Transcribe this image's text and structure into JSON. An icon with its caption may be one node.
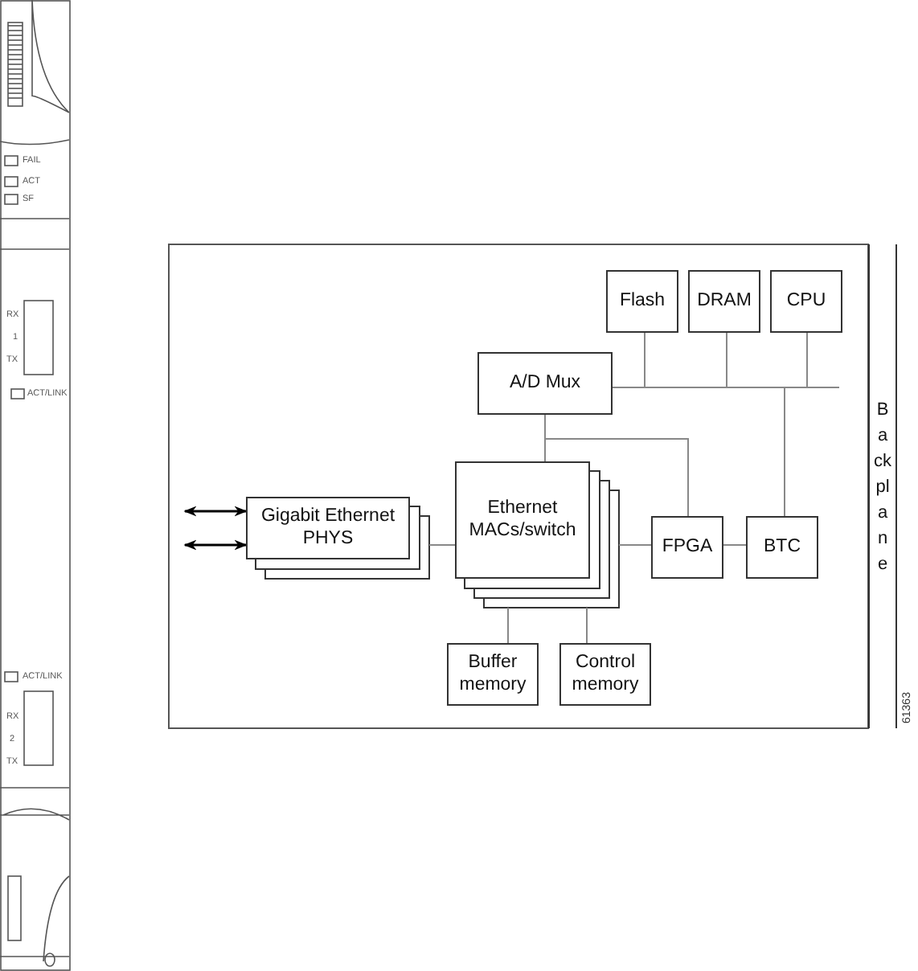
{
  "diagram": {
    "nodes": [
      {
        "text": [
          "Flash"
        ]
      },
      {
        "text": [
          "DRAM"
        ]
      },
      {
        "text": [
          "CPU"
        ]
      },
      {
        "text": [
          "A/D Mux"
        ]
      },
      {
        "text": [
          "Gigabit Ethernet PHYS"
        ]
      },
      {
        "text": [
          "Ethernet MACs/switch"
        ]
      },
      {
        "text": [
          "FPGA"
        ]
      },
      {
        "text": [
          "BTC"
        ]
      },
      {
        "text": [
          "Buffer memory"
        ]
      },
      {
        "text": [
          "Control memory"
        ]
      },
      {
        "text": [
          "Backplane"
        ]
      }
    ],
    "edges": [
      {
        "from": 3,
        "to": 0,
        "arrow": "none"
      },
      {
        "from": 3,
        "to": 1,
        "arrow": "none"
      },
      {
        "from": 3,
        "to": 2,
        "arrow": "none"
      },
      {
        "from": 3,
        "to": 7,
        "arrow": "none"
      },
      {
        "from": 3,
        "to": null,
        "arrow": "none"
      },
      {
        "from": 3,
        "to": 5,
        "arrow": "none"
      },
      {
        "from": 3,
        "to": 6,
        "arrow": "none"
      },
      {
        "from": 4,
        "to": 5,
        "arrow": "none"
      },
      {
        "from": 5,
        "to": 6,
        "arrow": "none"
      },
      {
        "from": 6,
        "to": 7,
        "arrow": "none"
      },
      {
        "from": 5,
        "to": 8,
        "arrow": "none"
      },
      {
        "from": 5,
        "to": 9,
        "arrow": "none"
      },
      {
        "from": null,
        "to": 4,
        "arrow": "both",
        "color": "#000000"
      },
      {
        "from": null,
        "to": 4,
        "arrow": "both",
        "color": "#000000"
      }
    ],
    "labels": [
      "FAIL",
      "ACT",
      "SF",
      "RX",
      "1",
      "TX",
      "ACT/LINK",
      "ACT/LINK",
      "RX",
      "2",
      "TX",
      "61363"
    ]
  }
}
